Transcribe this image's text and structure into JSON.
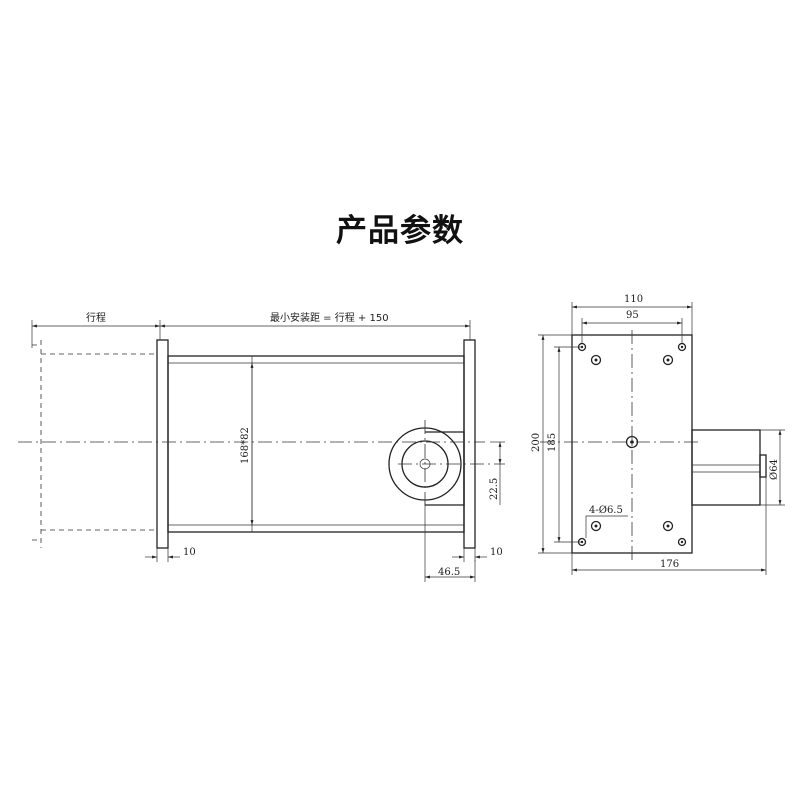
{
  "title": "产品参数",
  "side_view": {
    "dim_stroke": "行程",
    "dim_min_install": "最小安装距 = 行程 + 150",
    "dim_section": "168*82",
    "dim_flange": "10",
    "dim_flange_right": "10",
    "dim_offset": "22.5",
    "dim_motor": "46.5"
  },
  "end_view": {
    "dim_width_outer": "110",
    "dim_width_inner": "95",
    "dim_height_outer": "200",
    "dim_height_inner": "185",
    "dim_holes": "4-Ø6.5",
    "dim_length": "176",
    "dim_motor_dia": "Ø64"
  }
}
